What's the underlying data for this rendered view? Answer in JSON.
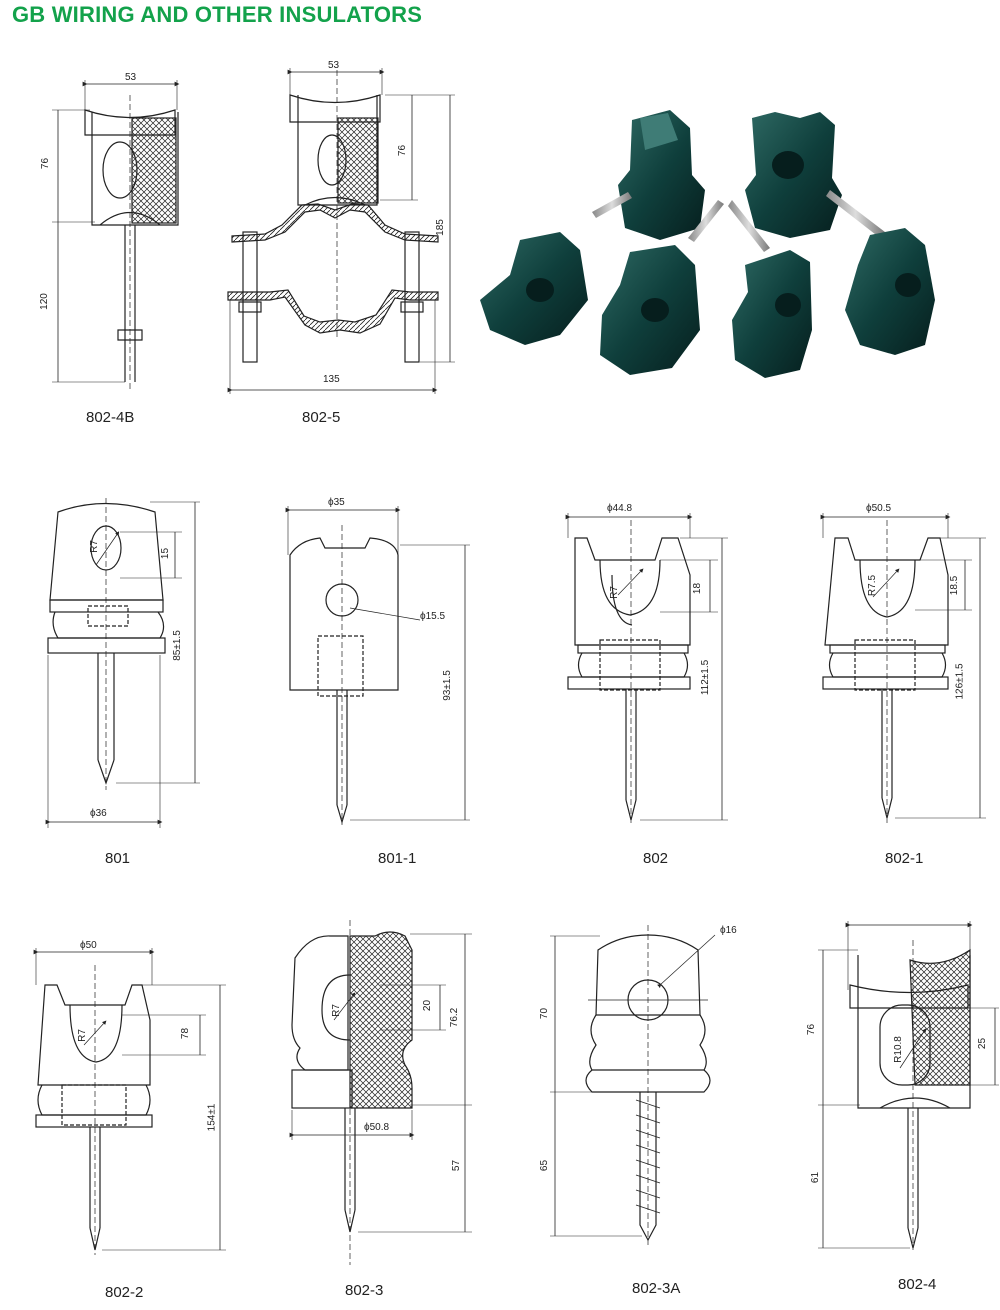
{
  "title": "GB WIRING AND OTHER INSULATORS",
  "colors": {
    "title": "#13a24b",
    "glaze": "#0f3f3c",
    "line": "#222222"
  },
  "captions": {
    "c_802_4B": "802-4B",
    "c_802_5": "802-5",
    "c_801": "801",
    "c_801_1": "801-1",
    "c_802": "802",
    "c_802_1": "802-1",
    "c_802_2": "802-2",
    "c_802_3": "802-3",
    "c_802_3A": "802-3A",
    "c_802_4": "802-4"
  },
  "dims": {
    "d4b_w": "53",
    "d4b_h1": "76",
    "d4b_h2": "120",
    "d5_w": "53",
    "d5_h1": "76",
    "d5_h2": "185",
    "d5_b": "135",
    "d801_r": "R7",
    "d801_h": "15",
    "d801_t": "85±1.5",
    "d801_d": "ϕ36",
    "d8011_d": "ϕ35",
    "d8011_h": "ϕ15.5",
    "d8011_t": "93±1.5",
    "d802_d": "ϕ44.8",
    "d802_r": "R7",
    "d802_h": "18",
    "d802_t": "112±1.5",
    "d8021_d": "ϕ50.5",
    "d8021_r": "R7.5",
    "d8021_h": "18.5",
    "d8021_t": "126±1.5",
    "d8022_d": "ϕ50",
    "d8022_r": "R7",
    "d8022_h": "78",
    "d8022_t": "154±1",
    "d8023_r": "R7",
    "d8023_h": "20",
    "d8023_t": "76.2",
    "d8023_d": "ϕ50.8",
    "d8023_b": "57",
    "d8023A_d": "ϕ16",
    "d8023A_h1": "70",
    "d8023A_h2": "65",
    "d8024_h1": "76",
    "d8024_r": "R10.8",
    "d8024_h": "25",
    "d8024_h2": "61"
  }
}
